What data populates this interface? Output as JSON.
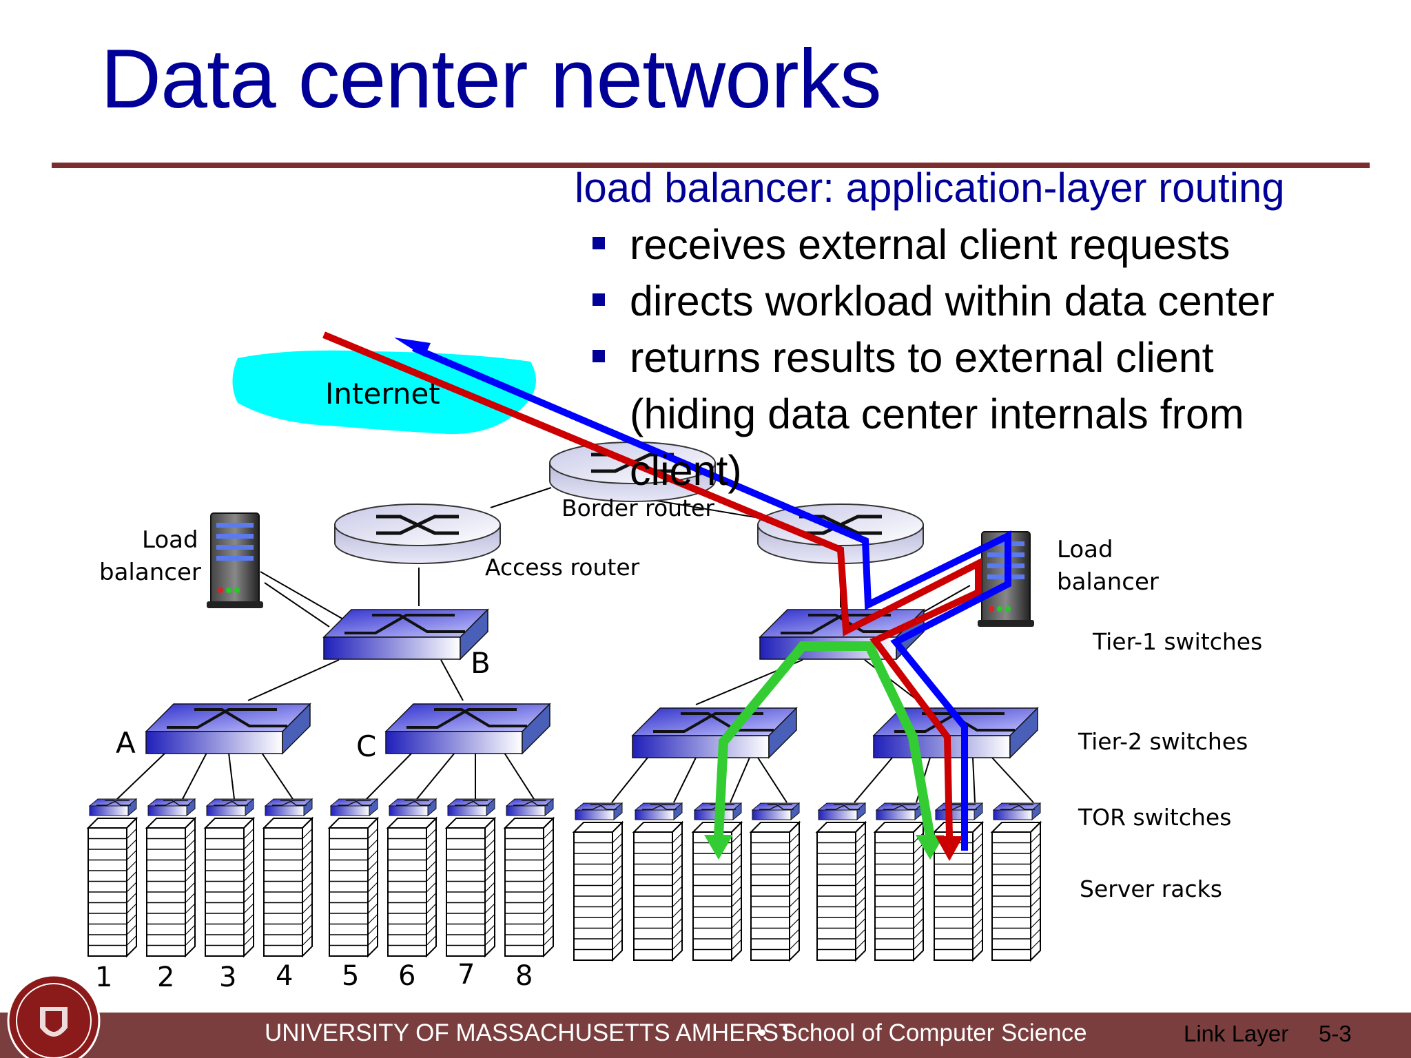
{
  "title": "Data center networks",
  "load_balancer_heading": "load balancer: application-layer routing",
  "bullets": [
    "receives external client requests",
    "directs workload within data center",
    "returns results to external client (hiding data center internals from client)"
  ],
  "diagram": {
    "internet_label": "Internet",
    "border_router_label": "Border router",
    "access_router_label": "Access router",
    "load_balancer_left": [
      "Load",
      "balancer"
    ],
    "load_balancer_right": [
      "Load",
      "balancer"
    ],
    "tier1_label": "Tier-1 switches",
    "tier2_label": "Tier-2 switches",
    "tor_label": "TOR switches",
    "server_racks_label": "Server racks",
    "switch_labels": [
      "A",
      "B",
      "C"
    ],
    "rack_numbers": [
      "1",
      "2",
      "3",
      "4",
      "5",
      "6",
      "7",
      "8"
    ]
  },
  "footer": {
    "university": "UNIVERSITY OF MASSACHUSETTS AMHERST",
    "separator": "•",
    "school": "School of Computer Science",
    "chapter": "Link Layer",
    "page": "5-3"
  },
  "colors": {
    "title": "#000099",
    "rule": "#7a2e2e",
    "footer_bg": "#7a3e3e",
    "internet_cloud": "#00ffff",
    "path_blue": "#0000ff",
    "path_red": "#cc0000",
    "path_green": "#33cc33"
  }
}
